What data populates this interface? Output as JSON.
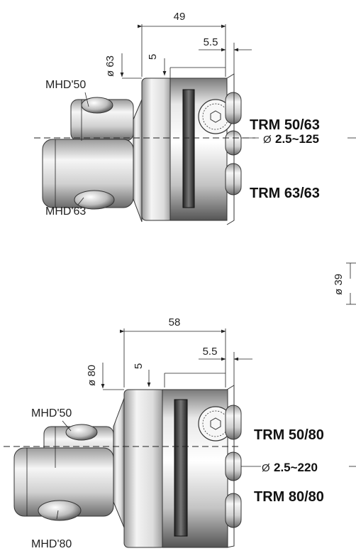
{
  "upper": {
    "dim_length": "49",
    "dim_offset": "5.5",
    "dim_small": "5",
    "dim_diameter": "ø 63",
    "holder_top": "MHD'50",
    "holder_bottom": "MHD'63",
    "model_top": "TRM 50/63",
    "range_symbol": "Ø",
    "range_value": "2.5~125",
    "model_bottom": "TRM 63/63"
  },
  "middle": {
    "dim_diameter": "ø 39"
  },
  "lower": {
    "dim_length": "58",
    "dim_offset": "5.5",
    "dim_small": "5",
    "dim_diameter": "ø 80",
    "holder_top": "MHD'50",
    "holder_bottom": "MHD'80",
    "model_top": "TRM 50/80",
    "range_symbol": "Ø",
    "range_value": "2.5~220",
    "model_bottom": "TRM 80/80"
  },
  "colors": {
    "steel_light": "#f2f2f2",
    "steel_mid": "#b8b8b8",
    "steel_dark": "#4a4a4a",
    "ink": "#222222"
  }
}
